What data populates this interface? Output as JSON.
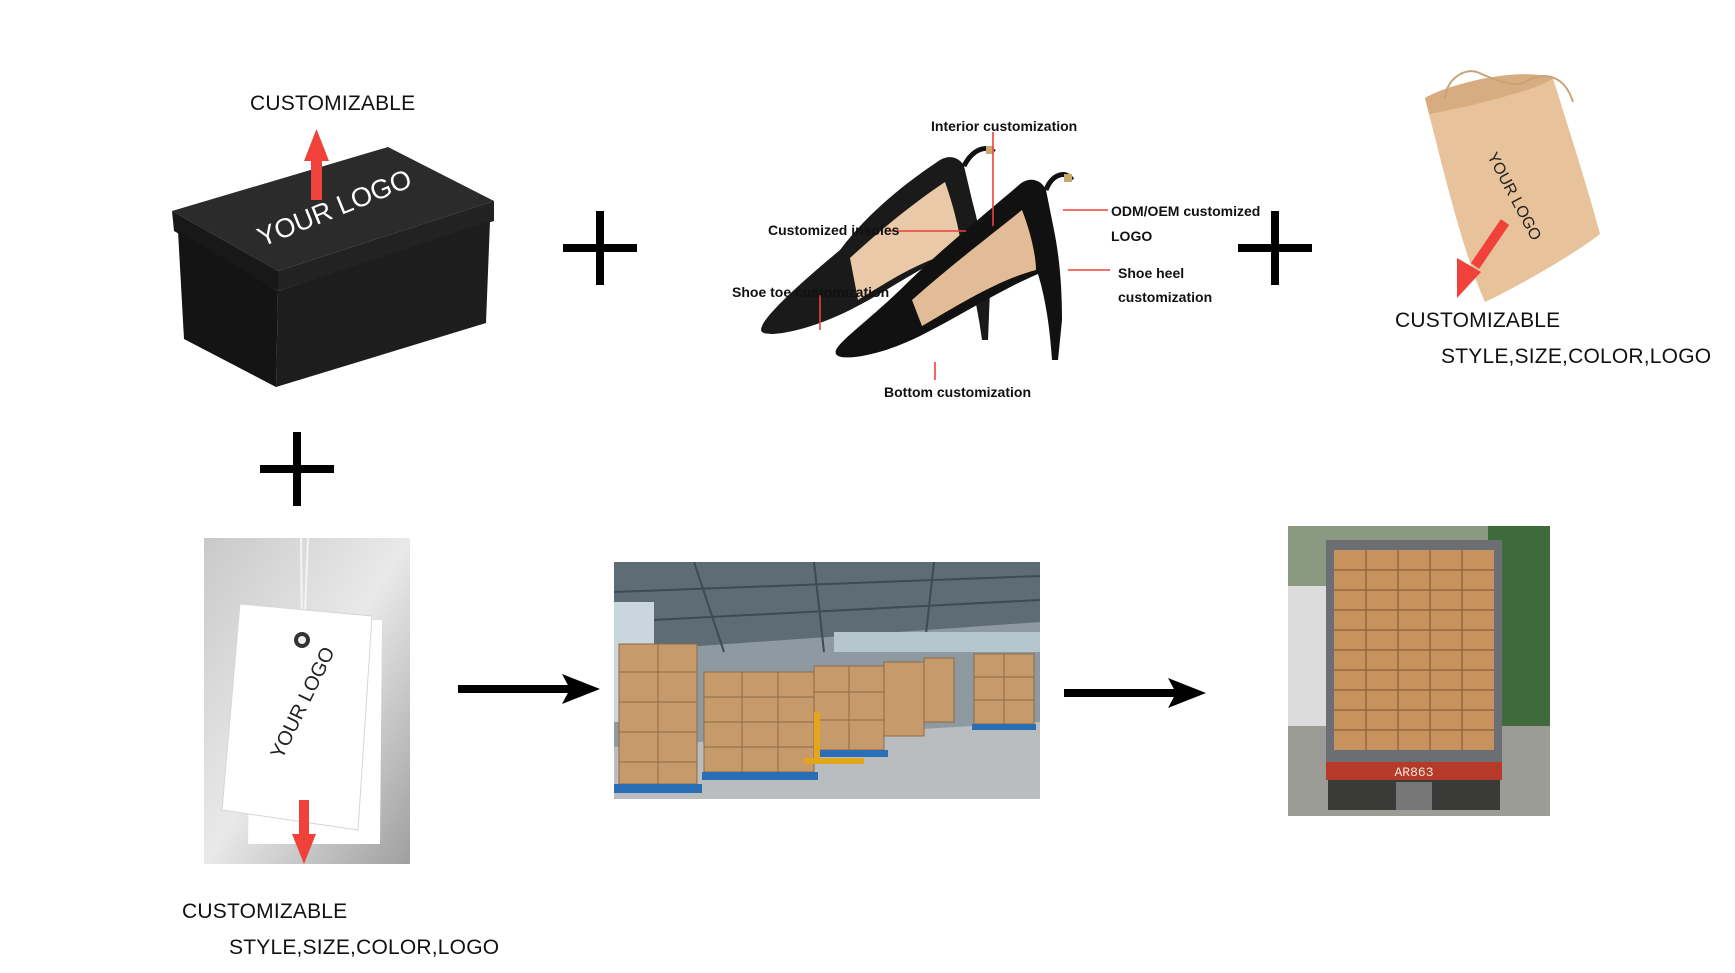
{
  "shoe_box": {
    "logo_text": "YOUR LOGO",
    "label": "CUSTOMIZABLE"
  },
  "shoe": {
    "callouts": {
      "interior": "Interior customization",
      "insoles": "Customized insoles",
      "odm_line1": "ODM/OEM customized",
      "odm_line2": "LOGO",
      "toe": "Shoe toe customization",
      "heel_line1": "Shoe heel",
      "heel_line2": "customization",
      "bottom": "Bottom customization"
    }
  },
  "dust_bag": {
    "logo_text": "YOUR LOGO",
    "label": "CUSTOMIZABLE",
    "sublabel": "STYLE,SIZE,COLOR,LOGO"
  },
  "hang_tag": {
    "logo_text": "YOUR LOGO",
    "label": "CUSTOMIZABLE",
    "sublabel": "STYLE,SIZE,COLOR,LOGO"
  },
  "truck": {
    "plate_text": "AR863"
  },
  "colors": {
    "accent_red": "#f0413a",
    "box_black": "#1c1c1c",
    "bag_tan": "#e8c29a",
    "carton": "#c69a6b",
    "pallet_blue": "#2a6fb5"
  },
  "icons": [
    "plus-icon",
    "arrow-right-icon",
    "arrow-up-icon",
    "arrow-down-icon"
  ]
}
